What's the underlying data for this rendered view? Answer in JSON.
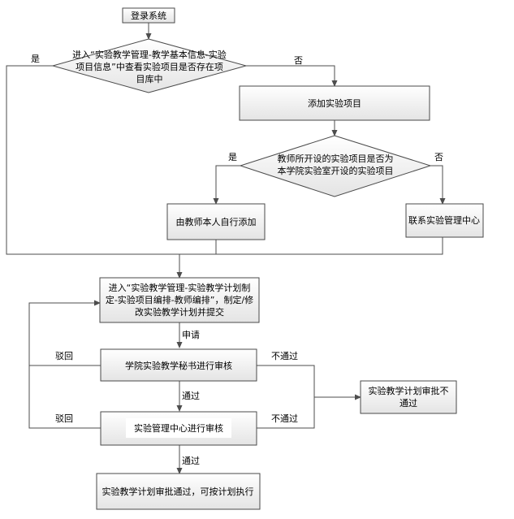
{
  "nodes": {
    "login": "登录系统",
    "check_lines": [
      "进入“实验教学管理-教学基本信息-实验",
      "项目信息”中查看实验项目是否存在项",
      "目库中"
    ],
    "add_project": "添加实验项目",
    "own_lab_lines": [
      "教师所开设的实验项目是否为",
      "本学院实验室开设的实验项目"
    ],
    "teacher_add": "由教师本人自行添加",
    "contact_center": "联系实验管理中心",
    "enter_plan_lines": [
      "进入“实验教学管理-实验教学计划制",
      "定-实验项目编排-教师编排”，制定/修",
      "改实验教学计划并提交"
    ],
    "secretary_review": "学院实验教学秘书进行审核",
    "center_review": "实验管理中心进行审核",
    "not_approved_lines": [
      "实验教学计划审批不",
      "通过"
    ],
    "approved_final": "实验教学计划审批通过，可按计划执行"
  },
  "edge_labels": {
    "yes_1": "是",
    "no_1": "否",
    "yes_2": "是",
    "no_2": "否",
    "apply": "申请",
    "reject_1": "驳回",
    "fail_1": "不通过",
    "pass_1": "通过",
    "reject_2": "驳回",
    "fail_2": "不通过",
    "pass_2": "通过"
  },
  "colors": {
    "box_fill_top": "#ffffff",
    "box_fill_bottom": "#e4e4e4",
    "line": "#4d4d4d"
  }
}
